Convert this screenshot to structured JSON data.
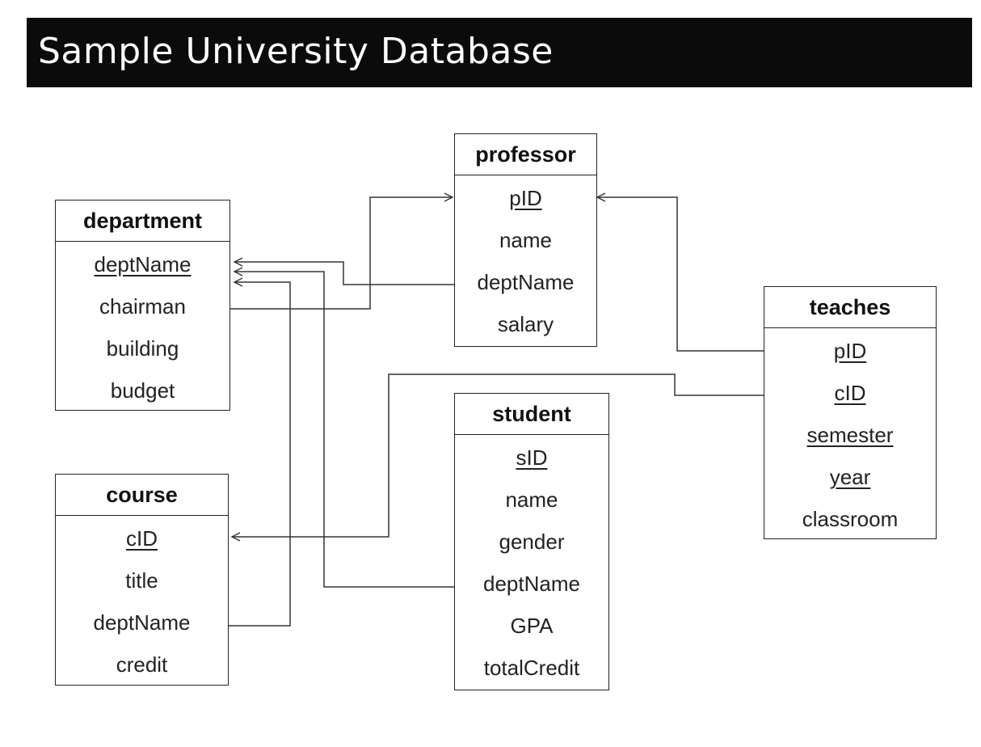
{
  "title": "Sample University Database",
  "tables": [
    {
      "id": "department",
      "name": "department",
      "attributes": [
        {
          "name": "deptName",
          "pk": true
        },
        {
          "name": "chairman",
          "pk": false
        },
        {
          "name": "building",
          "pk": false
        },
        {
          "name": "budget",
          "pk": false
        }
      ]
    },
    {
      "id": "course",
      "name": "course",
      "attributes": [
        {
          "name": "cID",
          "pk": true
        },
        {
          "name": "title",
          "pk": false
        },
        {
          "name": "deptName",
          "pk": false
        },
        {
          "name": "credit",
          "pk": false
        }
      ]
    },
    {
      "id": "professor",
      "name": "professor",
      "attributes": [
        {
          "name": "pID",
          "pk": true
        },
        {
          "name": "name",
          "pk": false
        },
        {
          "name": "deptName",
          "pk": false
        },
        {
          "name": "salary",
          "pk": false
        }
      ]
    },
    {
      "id": "student",
      "name": "student",
      "attributes": [
        {
          "name": "sID",
          "pk": true
        },
        {
          "name": "name",
          "pk": false
        },
        {
          "name": "gender",
          "pk": false
        },
        {
          "name": "deptName",
          "pk": false
        },
        {
          "name": "GPA",
          "pk": false
        },
        {
          "name": "totalCredit",
          "pk": false
        }
      ]
    },
    {
      "id": "teaches",
      "name": "teaches",
      "attributes": [
        {
          "name": "pID",
          "pk": true
        },
        {
          "name": "cID",
          "pk": true
        },
        {
          "name": "semester",
          "pk": true
        },
        {
          "name": "year",
          "pk": true
        },
        {
          "name": "classroom",
          "pk": false
        }
      ]
    }
  ],
  "relationships": [
    {
      "from": "professor.deptName",
      "to": "department.deptName"
    },
    {
      "from": "department.chairman",
      "to": "professor.pID"
    },
    {
      "from": "teaches.pID",
      "to": "professor.pID"
    },
    {
      "from": "teaches.cID",
      "to": "course.cID"
    },
    {
      "from": "student.deptName",
      "to": "department.deptName"
    },
    {
      "from": "course.deptName",
      "to": "department.deptName"
    }
  ]
}
